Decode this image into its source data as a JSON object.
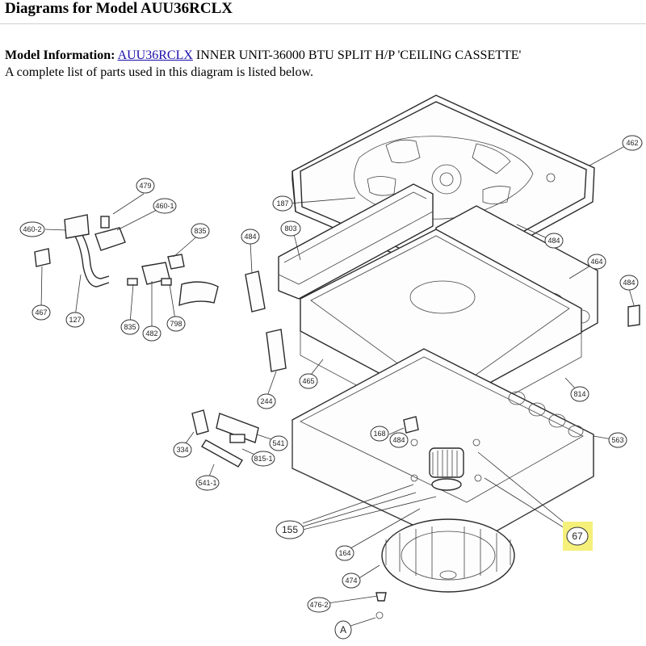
{
  "header": {
    "title": "Diagrams for Model AUU36RCLX",
    "model_label": "Model Information:",
    "model_link": "AUU36RCLX",
    "model_desc": " INNER UNIT-36000 BTU SPLIT H/P 'CEILING CASSETTE'",
    "subtitle": "A complete list of parts used in this diagram is listed below."
  },
  "highlight_color": "#f5f07a",
  "link_color": "#1a0dab",
  "callouts": {
    "c462": "462",
    "c187": "187",
    "c803": "803",
    "c484a": "484",
    "c484b": "484",
    "c464": "464",
    "c484c": "484",
    "c479": "479",
    "c460_1": "460-1",
    "c460_2": "460-2",
    "c835a": "835",
    "c835b": "835",
    "c467": "467",
    "c127": "127",
    "c482": "482",
    "c798": "798",
    "c465": "465",
    "c244": "244",
    "c814": "814",
    "c168": "168",
    "c484d": "484",
    "c563": "563",
    "c334": "334",
    "c541": "541",
    "c815_1": "815-1",
    "c541_1": "541-1",
    "c155": "155",
    "c67": "67",
    "c164": "164",
    "c474": "474",
    "c476_2": "476-2",
    "cA": "A"
  }
}
